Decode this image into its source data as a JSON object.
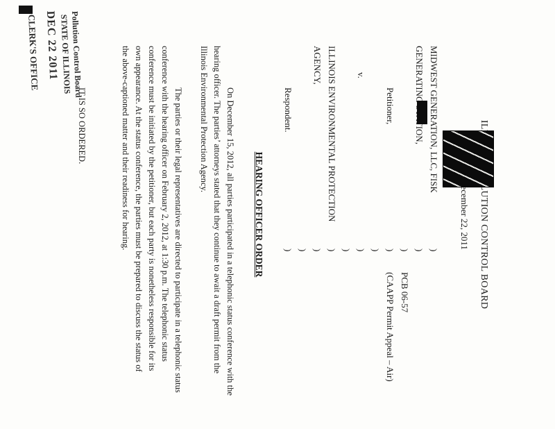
{
  "document": {
    "stamp": {
      "line1": "CLERK'S OFFICE",
      "line2": "DEC 22 2011",
      "line3": "STATE OF ILLINOIS",
      "line4": "Pollution Control Board"
    },
    "header": {
      "board": "ILLINOIS POLLUTION CONTROL BOARD",
      "date": "December 22, 2011"
    },
    "caption": {
      "petitioner_name_1": "MIDWEST GENERATION, LLC, FISK",
      "petitioner_name_2": "GENERATING STATION,",
      "petitioner_label": "Petitioner,",
      "versus": "v.",
      "respondent_name_1": "ILLINOIS ENVIRONMENTAL PROTECTION",
      "respondent_name_2": "AGENCY,",
      "respondent_label": "Respondent.",
      "paren": ")",
      "case_number": "PCB 06-57",
      "case_type": "(CAAPP Permit Appeal – Air)"
    },
    "title": "HEARING OFFICER ORDER",
    "body": {
      "para1_l1": "On December 15, 2012, all parties participated in a telephonic status conference with the",
      "para1_l2": "hearing officer.  The parties’ attorneys stated that they continue to await a draft permit from the",
      "para1_l3": "Illinois Environmental Protection Agency.",
      "para2_l1": "The parties or their legal representatives are directed to participate in a telephonic status",
      "para2_l2": "conference with the hearing officer on February 2, 2012, at 1:30 p.m.  The telephonic status",
      "para2_l3": "conference must be initiated by the petitioner, but each party is nonetheless responsible for its",
      "para2_l4": "own appearance.  At the status conference, the parties must be prepared to discuss the status of",
      "para2_l5": "the above-captioned matter and their readiness for hearing.",
      "ordered": "IT IS SO ORDERED."
    }
  }
}
